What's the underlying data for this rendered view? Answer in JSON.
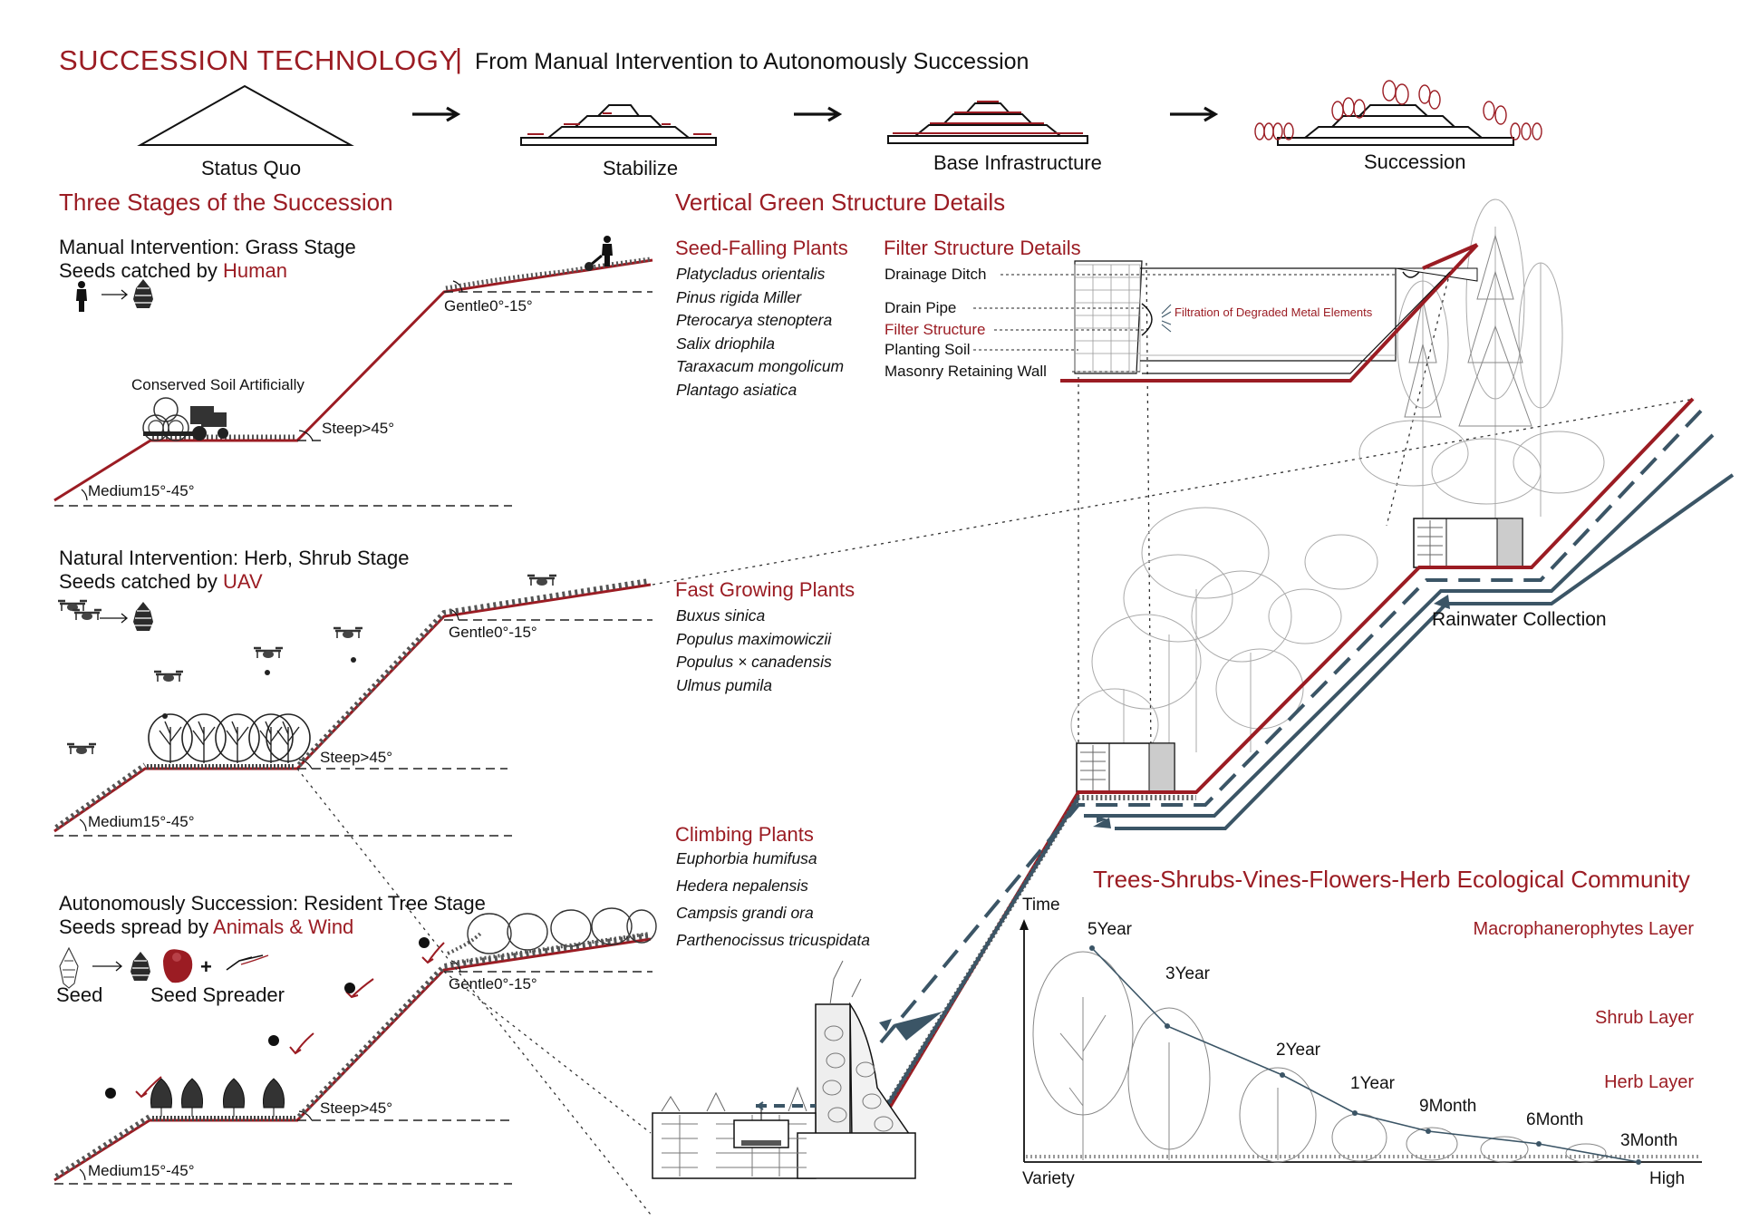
{
  "header": {
    "title": "SUCCESSION TECHNOLOGY",
    "separator": "|",
    "subtitle": "From Manual Intervention to Autonomously Succession"
  },
  "process": [
    "Status Quo",
    "Stabilize",
    "Base Infrastructure",
    "Succession"
  ],
  "stages_section": {
    "title": "Three Stages of the Succession",
    "stages": [
      {
        "line1": "Manual Intervention: Grass Stage",
        "line2_prefix": "Seeds catched by ",
        "line2_accent": "Human",
        "annotation": "Conserved Soil Artificially",
        "slopes": {
          "gentle": "Gentle0°-15°",
          "steep": "Steep>45°",
          "medium": "Medium15°-45°"
        }
      },
      {
        "line1": "Natural Intervention: Herb, Shrub Stage",
        "line2_prefix": "Seeds catched by ",
        "line2_accent": "UAV",
        "slopes": {
          "gentle": "Gentle0°-15°",
          "steep": "Steep>45°",
          "medium": "Medium15°-45°"
        }
      },
      {
        "line1": "Autonomously Succession: Resident Tree Stage",
        "line2_prefix": "Seeds spread by ",
        "line2_accent": "Animals & Wind",
        "legend": {
          "seed": "Seed",
          "plus": "+",
          "spreader": "Seed Spreader"
        },
        "slopes": {
          "gentle": "Gentle0°-15°",
          "steep": "Steep>45°",
          "medium": "Medium15°-45°"
        }
      }
    ]
  },
  "vertical_section": {
    "title": "Vertical Green Structure Details",
    "seed_falling": {
      "title": "Seed-Falling Plants",
      "items": [
        "Platycladus orientalis",
        "Pinus rigida Miller",
        "Pterocarya stenoptera",
        "Salix driophila",
        "Taraxacum mongolicum",
        "Plantago asiatica"
      ]
    },
    "fast_growing": {
      "title": "Fast Growing Plants",
      "items": [
        "Buxus sinica",
        "Populus maximowiczii",
        "Populus × canadensis",
        "Ulmus pumila"
      ]
    },
    "climbing": {
      "title": "Climbing Plants",
      "items": [
        "Euphorbia humifusa",
        "Hedera nepalensis",
        "Campsis grandi ora",
        "Parthenocissus tricuspidata"
      ]
    },
    "filter": {
      "title": "Filter Structure Details",
      "labels": [
        "Drainage Ditch",
        "Drain Pipe",
        "Filter Structure",
        "Planting Soil",
        "Masonry Retaining Wall"
      ],
      "filtration": "Filtration of Degraded Metal Elements"
    },
    "rainwater": "Rainwater Collection"
  },
  "community": {
    "title": "Trees-Shrubs-Vines-Flowers-Herb  Ecological Community",
    "y_axis": "Time",
    "x_axis_left": "Variety",
    "x_axis_right": "High",
    "layers": [
      "Macrophanerophytes Layer",
      "Shrub Layer",
      "Herb Layer"
    ],
    "timepoints": [
      "5Year",
      "3Year",
      "2Year",
      "1Year",
      "9Month",
      "6Month",
      "3Month"
    ]
  },
  "colors": {
    "accent": "#9b1c23",
    "water": "#3b5566",
    "text": "#111111"
  }
}
